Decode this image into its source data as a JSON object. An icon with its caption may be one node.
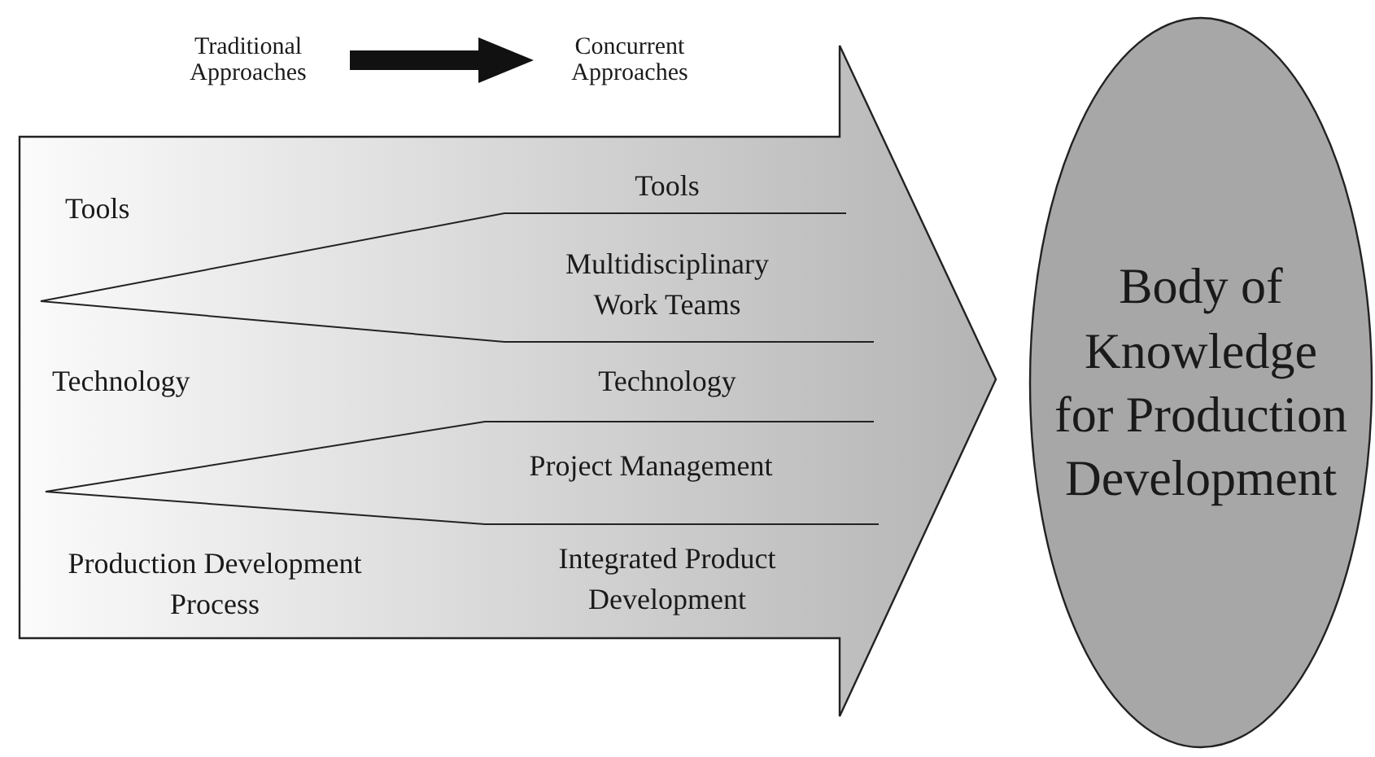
{
  "diagram": {
    "nodes": [
      {
        "text": [
          "Traditional Approaches"
        ]
      },
      {
        "text": [
          "Concurrent Approaches"
        ]
      },
      {
        "text": [],
        "shape": "arrow"
      },
      {
        "text": [
          "Body of Knowledge for Production Development"
        ]
      }
    ],
    "edges": [
      {
        "from": 0,
        "to": 1,
        "arrow": "to"
      }
    ],
    "labels": [
      "Tools",
      "Tools",
      "Multidisciplinary Work Teams",
      "Technology",
      "Technology",
      "Project Management",
      "Production Development Process",
      "Integrated Product Development"
    ]
  }
}
